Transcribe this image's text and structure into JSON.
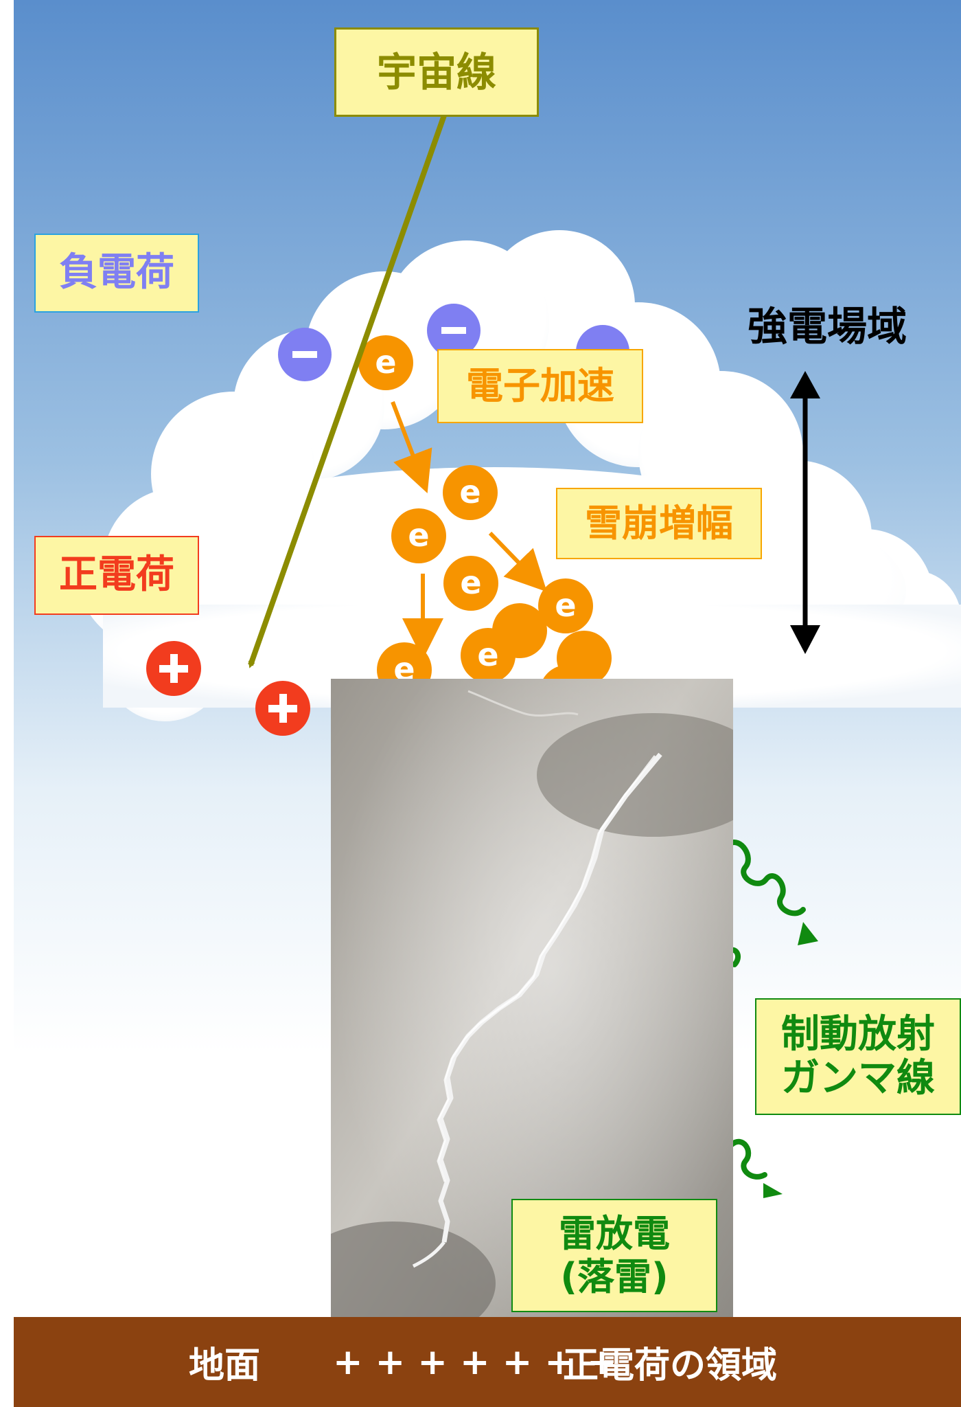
{
  "labels": {
    "cosmic_ray": "宇宙線",
    "negative_charge": "負電荷",
    "positive_charge": "正電荷",
    "strong_field": "強電場域",
    "electron_accel": "電子加速",
    "avalanche": "雪崩増幅",
    "bremsstrahlung_line1": "制動放射",
    "bremsstrahlung_line2": "ガンマ線",
    "lightning_line1": "雷放電",
    "lightning_line2": "(落雷)"
  },
  "particles": {
    "electron_symbol": "e",
    "negative_symbol": "−",
    "positive_symbol": "+"
  },
  "ground": {
    "label": "地面",
    "charges": "+ + + + + + +",
    "region": "正電荷の領域"
  },
  "colors": {
    "sky_top": "#5b8fcd",
    "sky_bottom": "#ffffff",
    "cosmic_ray": "#8c8c00",
    "negative": "#7f7ff2",
    "positive": "#f23c1e",
    "electron": "#f79400",
    "gamma": "#108a10",
    "ground": "#8b4210",
    "label_bg": "#fdf6a4"
  }
}
